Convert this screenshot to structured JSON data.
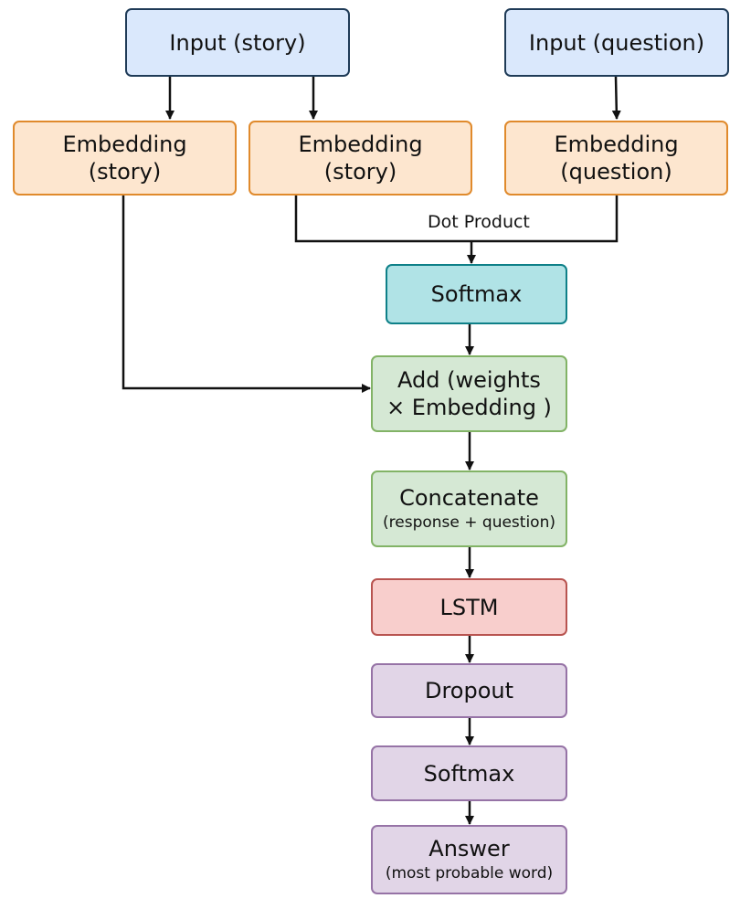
{
  "nodes": {
    "input_story": {
      "label": "Input (story)"
    },
    "input_question": {
      "label": "Input (question)"
    },
    "embedding_story_a": {
      "line1": "Embedding",
      "line2": "(story)"
    },
    "embedding_story_b": {
      "line1": "Embedding",
      "line2": "(story)"
    },
    "embedding_question": {
      "line1": "Embedding",
      "line2": "(question)"
    },
    "softmax_attention": {
      "label": "Softmax"
    },
    "add_weights": {
      "line1": "Add (weights",
      "line2": "× Embedding )"
    },
    "concatenate": {
      "line1": "Concatenate",
      "line2": "(response + question)"
    },
    "lstm": {
      "label": "LSTM"
    },
    "dropout": {
      "label": "Dropout"
    },
    "softmax_output": {
      "label": "Softmax"
    },
    "answer": {
      "line1": "Answer",
      "line2": "(most probable word)"
    }
  },
  "edge_labels": {
    "dot_product": "Dot Product"
  },
  "colors": {
    "input_fill": "#dae8fc",
    "input_border": "#1f3b57",
    "embedding_fill": "#fde6cf",
    "embedding_border": "#e08a2c",
    "softmax_fill": "#b0e3e6",
    "softmax_border": "#0e8088",
    "green_fill": "#d5e8d4",
    "green_border": "#82b366",
    "lstm_fill": "#f8cecc",
    "lstm_border": "#b85450",
    "purple_fill": "#e1d5e7",
    "purple_border": "#9673a6",
    "connector": "#111111"
  }
}
